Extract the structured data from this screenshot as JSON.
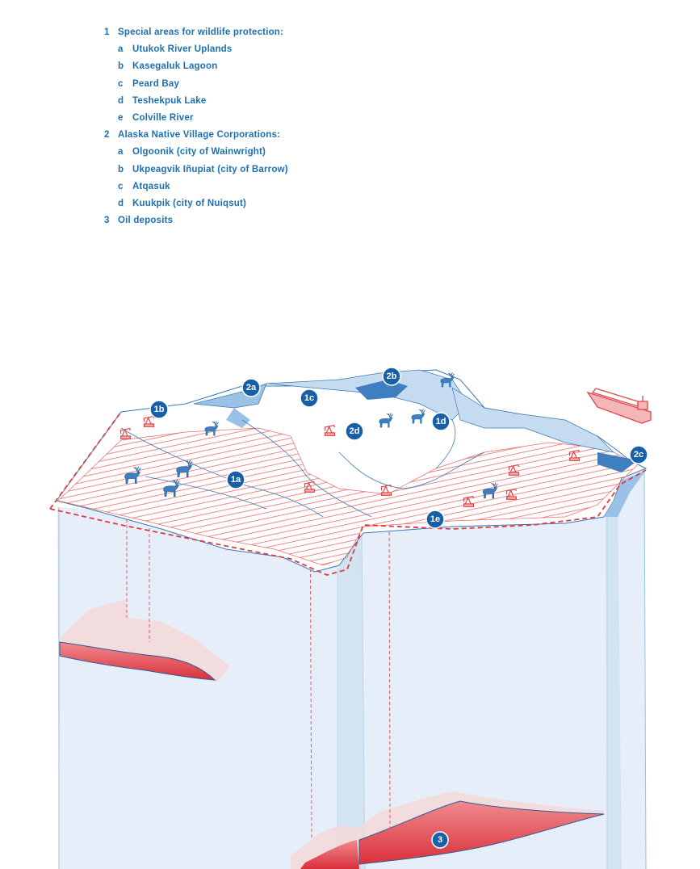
{
  "legend": [
    {
      "num": "1",
      "text": "Special areas for wildlife protection:",
      "sub": false
    },
    {
      "num": "a",
      "text": "Utukok River Uplands",
      "sub": true
    },
    {
      "num": "b",
      "text": "Kasegaluk Lagoon",
      "sub": true
    },
    {
      "num": "c",
      "text": "Peard Bay",
      "sub": true
    },
    {
      "num": "d",
      "text": "Teshekpuk Lake",
      "sub": true
    },
    {
      "num": "e",
      "text": "Colville River",
      "sub": true
    },
    {
      "num": "2",
      "text": "Alaska Native Village Corporations:",
      "sub": false
    },
    {
      "num": "a",
      "text": "Olgoonik (city of Wainwright)",
      "sub": true
    },
    {
      "num": "b",
      "text": "Ukpeagvik Iñupiat (city of Barrow)",
      "sub": true
    },
    {
      "num": "c",
      "text": "Atqasuk",
      "sub": true
    },
    {
      "num": "d",
      "text": "Kuukpik (city of Nuiqsut)",
      "sub": true
    },
    {
      "num": "3",
      "text": "Oil deposits",
      "sub": false
    }
  ],
  "markers": {
    "m1a": "1a",
    "m1b": "1b",
    "m1c": "1c",
    "m1d": "1d",
    "m1e": "1e",
    "m2a": "2a",
    "m2b": "2b",
    "m2c": "2c",
    "m2d": "2d",
    "m3": "3"
  },
  "colors": {
    "legend_text": "#1d6fb0",
    "marker": "#1760a8",
    "oil": "#e8424a",
    "oil_hatch": "#e86a6a",
    "water": "#a9cbe8",
    "ground": "#e3edf8"
  },
  "icons": [
    "caribou-icon",
    "oil-pump-icon",
    "tanker-ship-icon"
  ]
}
